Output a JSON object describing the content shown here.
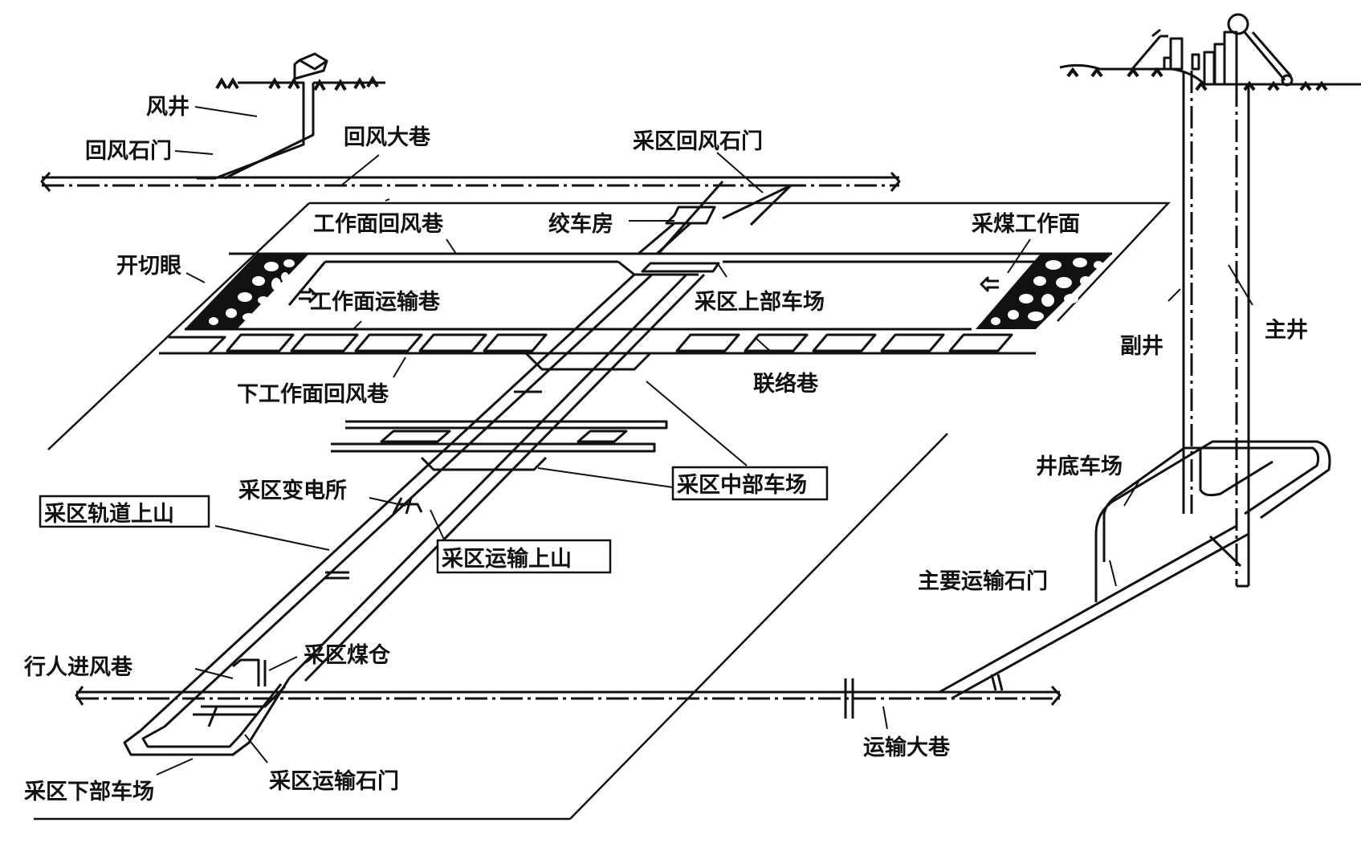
{
  "diagram": {
    "title": "采区巷道布置示意图",
    "labels": {
      "feng_jing": "风井",
      "hui_feng_shi_men": "回风石门",
      "hui_feng_da_xiang": "回风大巷",
      "cai_qu_hui_feng_shi_men": "采区回风石门",
      "gong_zuo_mian_hui_feng_xiang": "工作面回风巷",
      "jiao_che_fang": "绞车房",
      "cai_mei_gong_zuo_mian": "采煤工作面",
      "kai_qie_yan": "开切眼",
      "gong_zuo_mian_yun_shu_xiang": "工作面运输巷",
      "cai_qu_shang_bu_che_chang": "采区上部车场",
      "xia_gong_zuo_mian_hui_feng_xiang": "下工作面回风巷",
      "lian_luo_xiang": "联络巷",
      "fu_jing": "副井",
      "zhu_jing": "主井",
      "cai_qu_zhong_bu_che_chang": "采区中部车场",
      "cai_qu_bian_dian_suo": "采区变电所",
      "cai_qu_gui_dao_shang_shan": "采区轨道上山",
      "cai_qu_yun_shu_shang_shan": "采区运输上山",
      "jing_di_che_chang": "井底车场",
      "zhu_yao_yun_shu_shi_men": "主要运输石门",
      "xing_ren_jin_feng_xiang": "行人进风巷",
      "cai_qu_mei_cang": "采区煤仓",
      "yun_shu_da_xiang": "运输大巷",
      "cai_qu_xia_bu_che_chang": "采区下部车场",
      "cai_qu_yun_shu_shi_men": "采区运输石门"
    },
    "boxed_labels": [
      "采区轨道上山",
      "采区运输上山",
      "采区中部车场"
    ],
    "colors": {
      "ink": "#111111",
      "background": "#ffffff"
    }
  }
}
